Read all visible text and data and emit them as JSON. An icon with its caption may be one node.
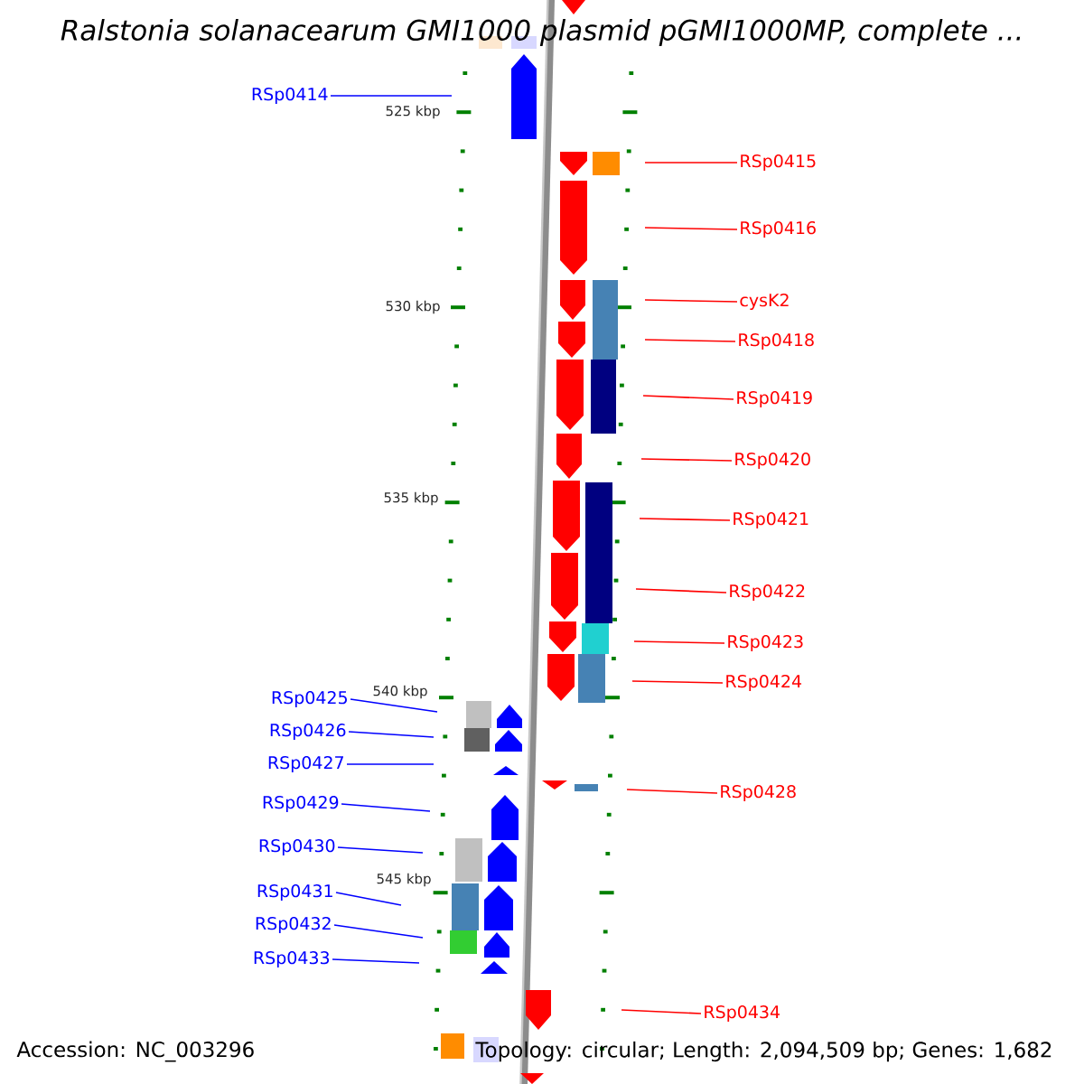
{
  "diagram": {
    "title": "Ralstonia solanacearum GMI1000 plasmid pGMI1000MP, complete ...",
    "nodes": [
      {
        "text": [
          "RSp0414"
        ]
      },
      {
        "text": [
          "RSp0415"
        ]
      },
      {
        "text": [
          "RSp0416"
        ]
      },
      {
        "text": [
          "cysK2"
        ]
      },
      {
        "text": [
          "RSp0418"
        ]
      },
      {
        "text": [
          "RSp0419"
        ]
      },
      {
        "text": [
          "RSp0420"
        ]
      },
      {
        "text": [
          "RSp0421"
        ]
      },
      {
        "text": [
          "RSp0422"
        ]
      },
      {
        "text": [
          "RSp0423"
        ]
      },
      {
        "text": [
          "RSp0424"
        ]
      },
      {
        "text": [
          "RSp0425"
        ]
      },
      {
        "text": [
          "RSp0426"
        ]
      },
      {
        "text": [
          "RSp0427"
        ]
      },
      {
        "text": [
          "RSp0428"
        ]
      },
      {
        "text": [
          "RSp0429"
        ]
      },
      {
        "text": [
          "RSp0430"
        ]
      },
      {
        "text": [
          "RSp0431"
        ]
      },
      {
        "text": [
          "RSp0432"
        ]
      },
      {
        "text": [
          "RSp0433"
        ]
      },
      {
        "text": [
          "RSp0434"
        ]
      }
    ],
    "edges": [
      {
        "from": 0,
        "to": null,
        "arrow": "none",
        "color": "#0000ff"
      },
      {
        "from": 1,
        "to": null,
        "arrow": "none"
      },
      {
        "from": 2,
        "to": null,
        "arrow": "none"
      },
      {
        "from": 3,
        "to": null,
        "arrow": "none"
      },
      {
        "from": 4,
        "to": null,
        "arrow": "none"
      },
      {
        "from": 5,
        "to": null,
        "arrow": "none"
      },
      {
        "from": 6,
        "to": null,
        "arrow": "none"
      },
      {
        "from": 7,
        "to": null,
        "arrow": "none"
      },
      {
        "from": 8,
        "to": null,
        "arrow": "none"
      },
      {
        "from": 9,
        "to": null,
        "arrow": "none"
      },
      {
        "from": 10,
        "to": null,
        "arrow": "none"
      },
      {
        "from": 11,
        "to": null,
        "arrow": "none",
        "color": "#0000ff"
      },
      {
        "from": 12,
        "to": null,
        "arrow": "none",
        "color": "#0000ff"
      },
      {
        "from": 13,
        "to": null,
        "arrow": "none",
        "color": "#0000ff"
      },
      {
        "from": 14,
        "to": null,
        "arrow": "none"
      },
      {
        "from": 15,
        "to": null,
        "arrow": "none",
        "color": "#0000ff"
      },
      {
        "from": 16,
        "to": null,
        "arrow": "none",
        "color": "#0000ff"
      },
      {
        "from": 17,
        "to": null,
        "arrow": "none",
        "color": "#0000ff"
      },
      {
        "from": 18,
        "to": null,
        "arrow": "none",
        "color": "#0000ff"
      },
      {
        "from": 19,
        "to": null,
        "arrow": "none",
        "color": "#0000ff"
      },
      {
        "from": 20,
        "to": null,
        "arrow": "none"
      }
    ],
    "labels": [
      "525 kbp",
      "530 kbp",
      "535 kbp",
      "540 kbp",
      "545 kbp",
      "Accession: NC_003296",
      "Topology: circular; Length: 2,094,509 bp; Genes: 1,682"
    ]
  }
}
